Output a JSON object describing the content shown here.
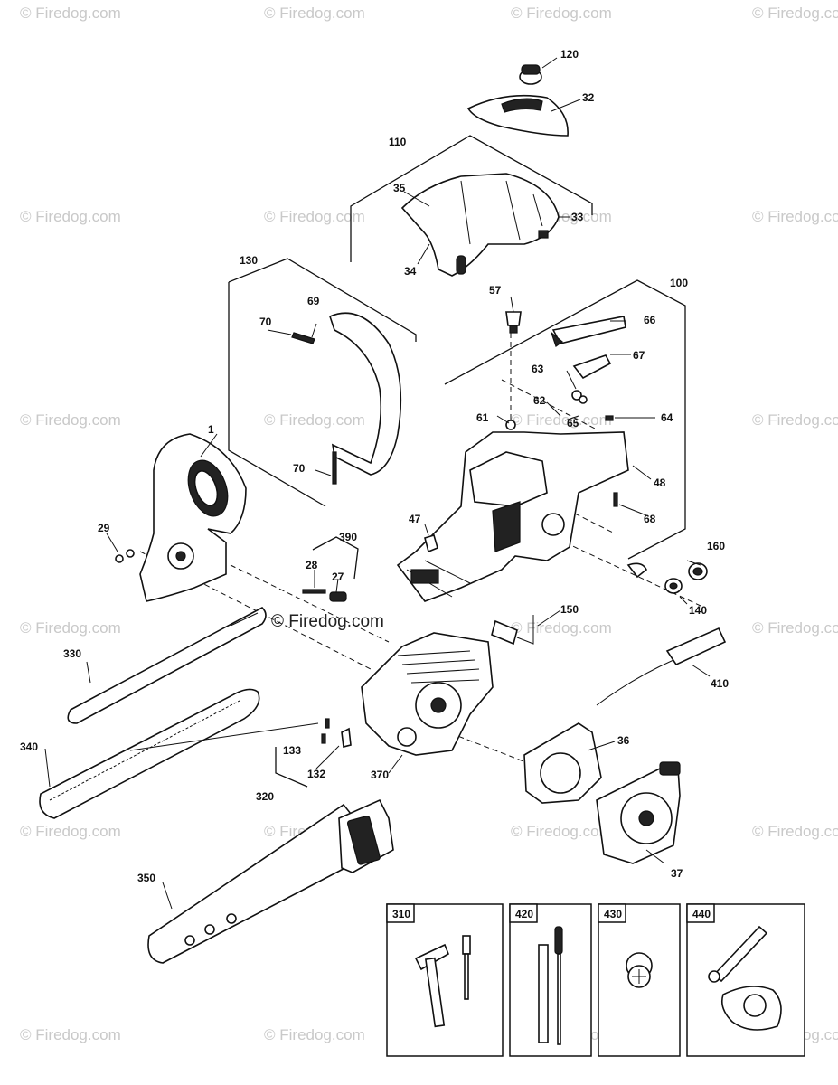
{
  "watermark": {
    "text": "© Firedog.com",
    "center_text": "© Firedog.com"
  },
  "parts": {
    "p1": "1",
    "p27": "27",
    "p28": "28",
    "p29": "29",
    "p32": "32",
    "p33": "33",
    "p34": "34",
    "p35": "35",
    "p36": "36",
    "p37": "37",
    "p47": "47",
    "p48": "48",
    "p57": "57",
    "p61": "61",
    "p62": "62",
    "p63": "63",
    "p64": "64",
    "p65": "65",
    "p66": "66",
    "p67": "67",
    "p68": "68",
    "p69": "69",
    "p70a": "70",
    "p70b": "70",
    "p100": "100",
    "p110": "110",
    "p120": "120",
    "p130": "130",
    "p132": "132",
    "p133": "133",
    "p140": "140",
    "p150": "150",
    "p160": "160",
    "p320": "320",
    "p330": "330",
    "p340": "340",
    "p350": "350",
    "p370": "370",
    "p390": "390",
    "p410": "410"
  },
  "boxes": {
    "b310": "310",
    "b420": "420",
    "b430": "430",
    "b440": "440"
  }
}
